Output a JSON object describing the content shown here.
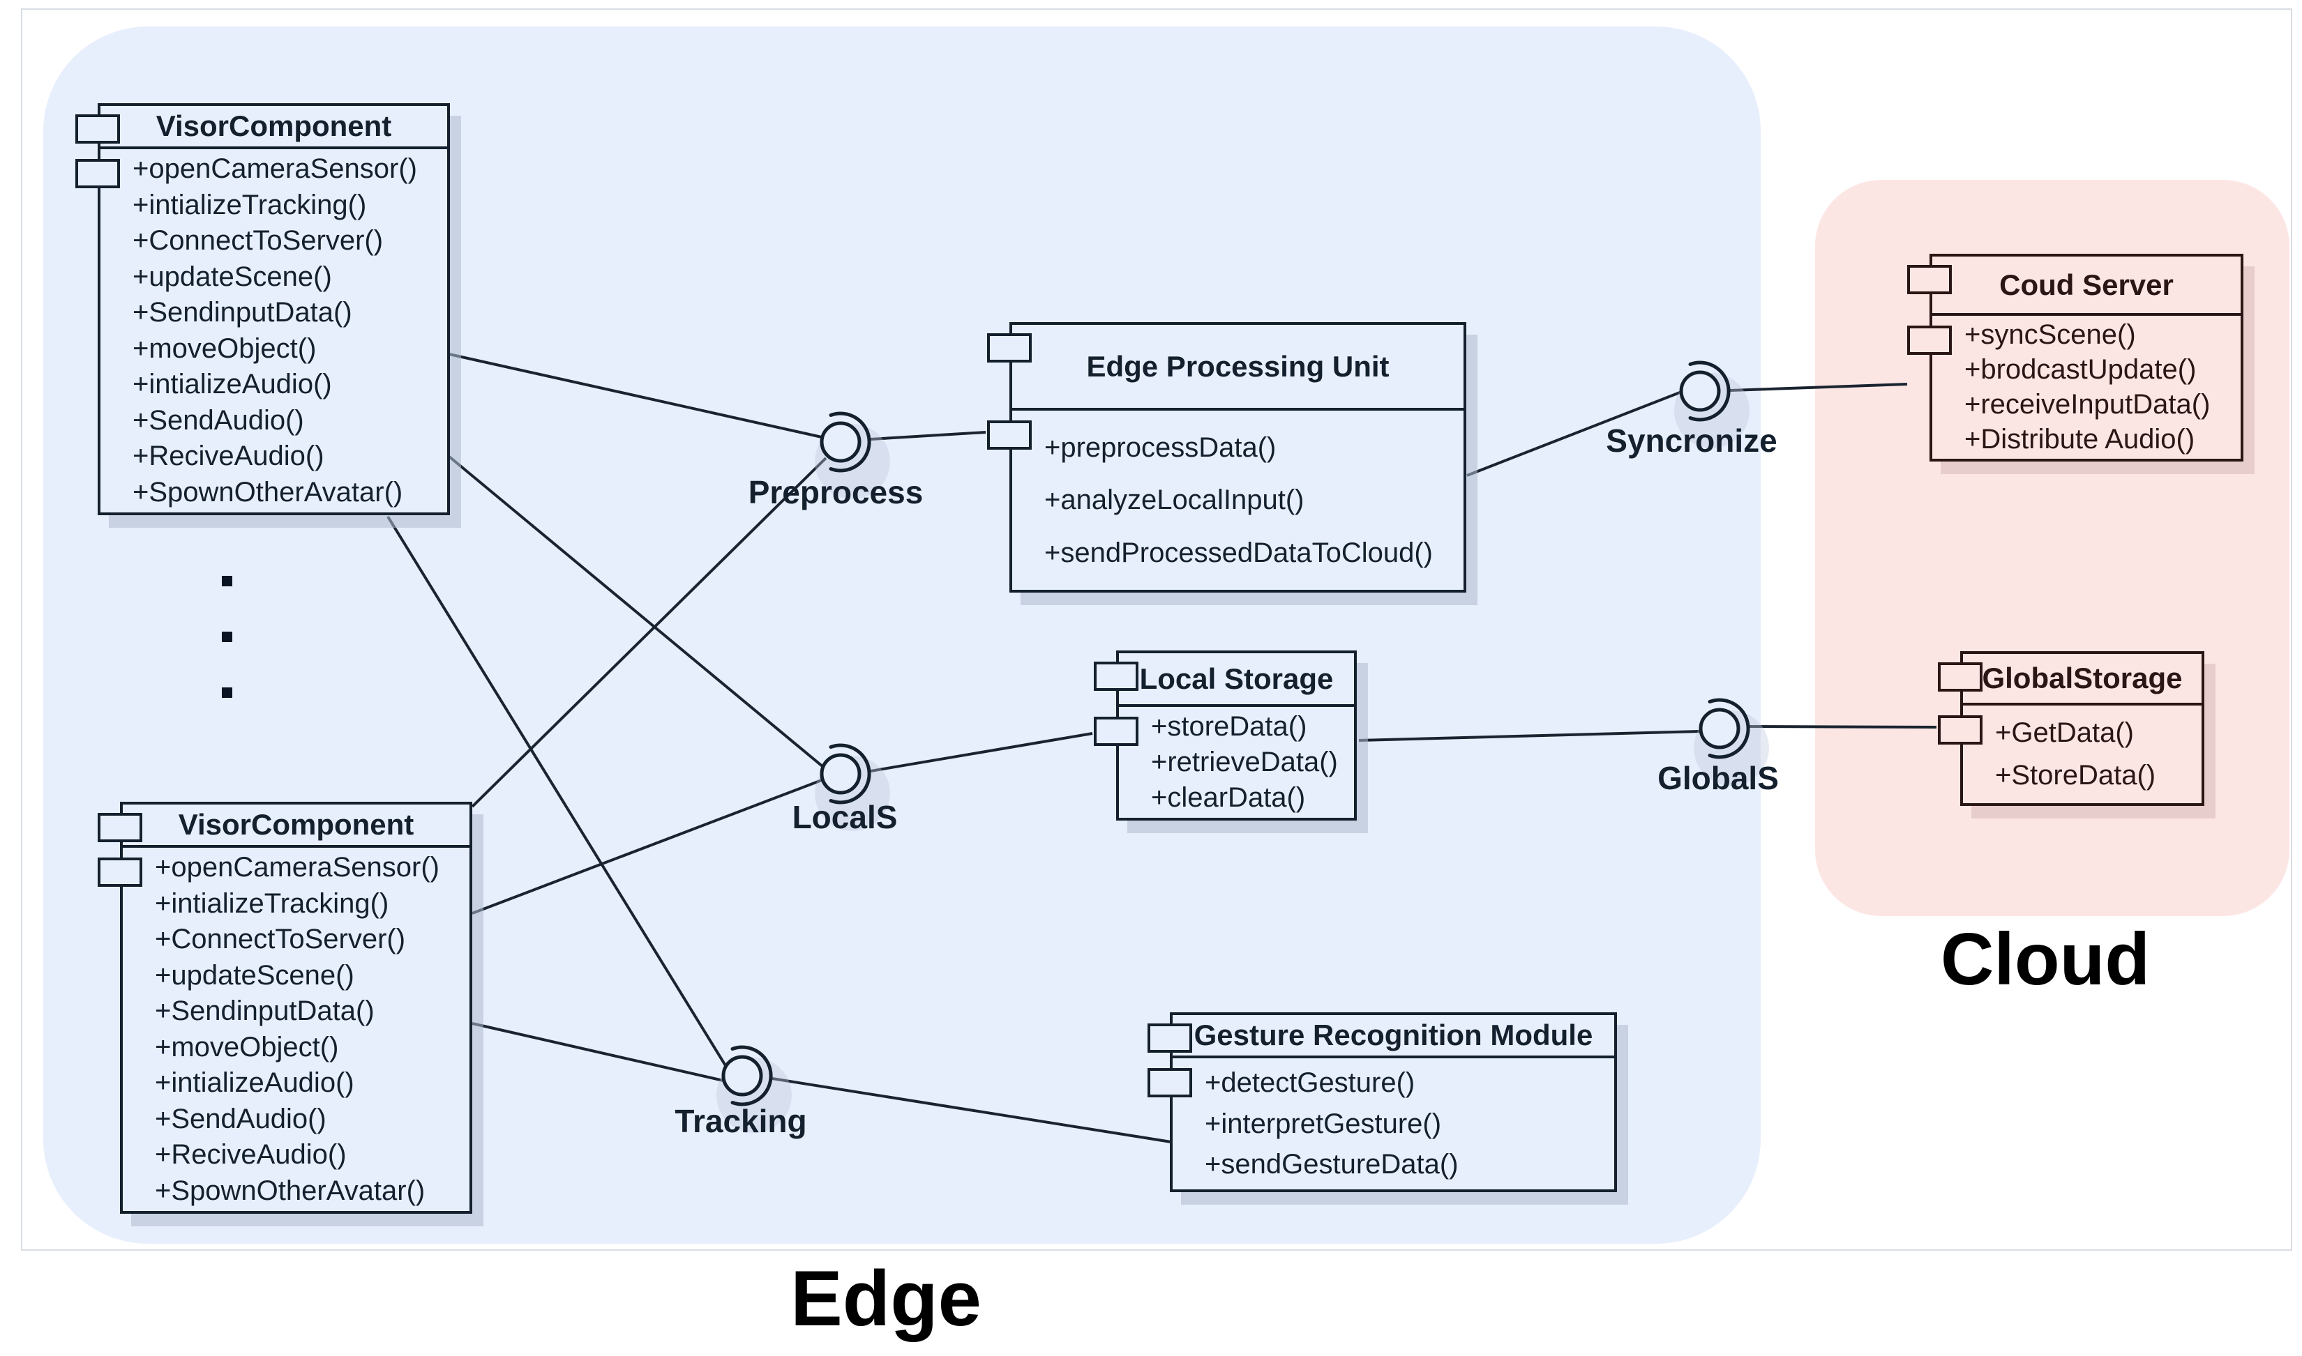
{
  "diagram": {
    "edge_region_label": "Edge",
    "cloud_region_label": "Cloud"
  },
  "components": {
    "visor1": {
      "title": "VisorComponent",
      "methods": [
        "+openCameraSensor()",
        "+intializeTracking()",
        "+ConnectToServer()",
        "+updateScene()",
        "+SendinputData()",
        "+moveObject()",
        "+intializeAudio()",
        "+SendAudio()",
        "+ReciveAudio()",
        "+SpownOtherAvatar()"
      ]
    },
    "visor2": {
      "title": "VisorComponent",
      "methods": [
        "+openCameraSensor()",
        "+intializeTracking()",
        "+ConnectToServer()",
        "+updateScene()",
        "+SendinputData()",
        "+moveObject()",
        "+intializeAudio()",
        "+SendAudio()",
        "+ReciveAudio()",
        "+SpownOtherAvatar()"
      ]
    },
    "edge_processing_unit": {
      "title": "Edge Processing Unit",
      "methods": [
        "+preprocessData()",
        "+analyzeLocalInput()",
        "+sendProcessedDataToCloud()"
      ]
    },
    "local_storage": {
      "title": "Local Storage",
      "methods": [
        "+storeData()",
        "+retrieveData()",
        "+clearData()"
      ]
    },
    "gesture_recognition": {
      "title": "Gesture Recognition Module",
      "methods": [
        "+detectGesture()",
        "+interpretGesture()",
        "+sendGestureData()"
      ]
    },
    "cloud_server": {
      "title": "Coud Server",
      "methods": [
        "+syncScene()",
        "+brodcastUpdate()",
        "+receiveInputData()",
        "+Distribute Audio()"
      ]
    },
    "global_storage": {
      "title": "GlobalStorage",
      "methods": [
        "+GetData()",
        "+StoreData()"
      ]
    }
  },
  "interfaces": {
    "preprocess": {
      "label": "Preprocess"
    },
    "local_s": {
      "label": "LocalS"
    },
    "tracking": {
      "label": "Tracking"
    },
    "syncronize": {
      "label": "Syncronize"
    },
    "global_s": {
      "label": "GlobalS"
    }
  },
  "colors": {
    "edge-fill": "#e8effc",
    "cloud-fill": "#fce6e4",
    "edge-ink": "#14202e",
    "cloud-ink": "#2b1616",
    "line": "#1a2430",
    "label": "#000000"
  }
}
